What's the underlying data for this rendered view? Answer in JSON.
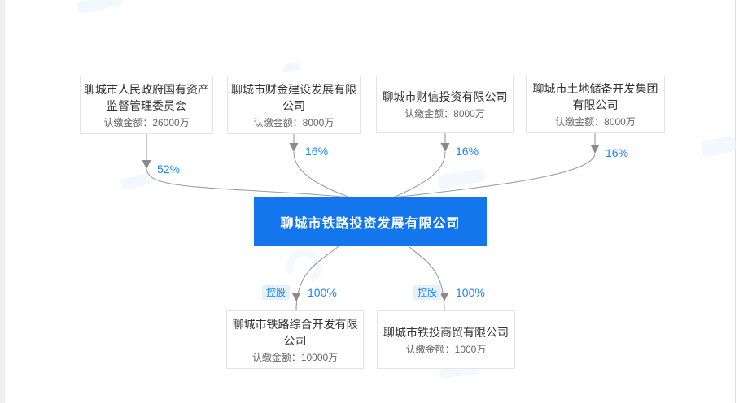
{
  "chart": {
    "type": "equity-structure-diagram",
    "center": {
      "name": "聊城市铁路投资发展有限公司"
    },
    "shareholders": [
      {
        "name": "聊城市人民政府国有资产监督管理委员会",
        "amount": "认缴金额：26000万",
        "percent": "52%"
      },
      {
        "name": "聊城市财金建设发展有限公司",
        "amount": "认缴金额：8000万",
        "percent": "16%"
      },
      {
        "name": "聊城市财信投资有限公司",
        "amount": "认缴金额：8000万",
        "percent": "16%"
      },
      {
        "name": "聊城市土地储备开发集团有限公司",
        "amount": "认缴金额：8000万",
        "percent": "16%"
      }
    ],
    "subsidiaries": [
      {
        "name": "聊城市铁路综合开发有限公司",
        "amount": "认缴金额：10000万",
        "percent": "100%",
        "badge": "控股"
      },
      {
        "name": "聊城市铁投商贸有限公司",
        "amount": "认缴金额：1000万",
        "percent": "100%",
        "badge": "控股"
      }
    ],
    "colors": {
      "center_bg": "#1376EC",
      "center_text": "#ffffff",
      "percent_text": "#1684FC",
      "badge_bg": "#E6F1FC",
      "line": "#999999",
      "box_border": "#e4e4e4"
    }
  }
}
